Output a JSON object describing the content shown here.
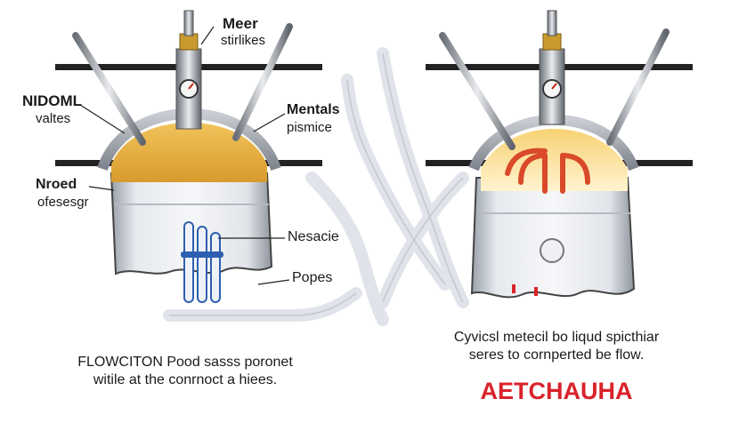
{
  "left_panel": {
    "labels": {
      "meer": "Meer",
      "stirlikes": "stirlikes",
      "nidoml": "NIDOML",
      "valtes": "valtes",
      "mentals": "Mentals",
      "pismice": "pismice",
      "nroed": "Nroed",
      "ofesesgr": "ofesesgr",
      "nesacie": "Nesacie",
      "popes": "Popes"
    },
    "caption_line1": "FLOWCITON Pood sasss poronet",
    "caption_line2": "witile at the conrnoct a hiees."
  },
  "right_panel": {
    "caption_line1": "Cyvicsl metecil bo liqud spicthiar",
    "caption_line2": "seres to cornperted be flow.",
    "title": "AETCHAUHA"
  },
  "colors": {
    "ink": "#1a1a1a",
    "chamber_gold": "#e8b24a",
    "chamber_glow": "#f5c85a",
    "flame_pipe": "#d94a2a",
    "title_red": "#d9232b",
    "cylinder_grey": "#d8dce2",
    "valve_brass": "#c99a2e",
    "pipe_blue": "#2d5fb0"
  },
  "icons": {
    "pressure_gauge": "gauge-icon",
    "valve_stem": "valve-icon"
  }
}
